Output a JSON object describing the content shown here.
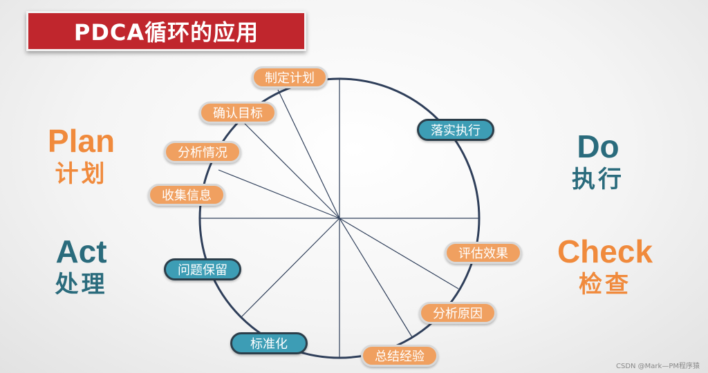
{
  "title": "PDCA循环的应用",
  "phases": {
    "plan": {
      "en": "Plan",
      "cn": "计划",
      "color": "#f08a3c"
    },
    "do": {
      "en": "Do",
      "cn": "执行",
      "color": "#2a6b7c"
    },
    "check": {
      "en": "Check",
      "cn": "检查",
      "color": "#f08a3c"
    },
    "act": {
      "en": "Act",
      "cn": "处理",
      "color": "#2a6b7c"
    }
  },
  "steps": [
    {
      "label": "制定计划",
      "style": "orange"
    },
    {
      "label": "确认目标",
      "style": "orange"
    },
    {
      "label": "分析情况",
      "style": "orange"
    },
    {
      "label": "收集信息",
      "style": "orange"
    },
    {
      "label": "落实执行",
      "style": "blue"
    },
    {
      "label": "评估效果",
      "style": "orange"
    },
    {
      "label": "分析原因",
      "style": "orange"
    },
    {
      "label": "总结经验",
      "style": "orange"
    },
    {
      "label": "标准化",
      "style": "blue"
    },
    {
      "label": "问题保留",
      "style": "blue"
    }
  ],
  "colors": {
    "title_bg": "#c0262d",
    "orange_pill": "#f0a060",
    "blue_pill": "#3d9db5",
    "line": "#2f3f5a"
  },
  "watermark": "CSDN @Mark—PM程序猿"
}
